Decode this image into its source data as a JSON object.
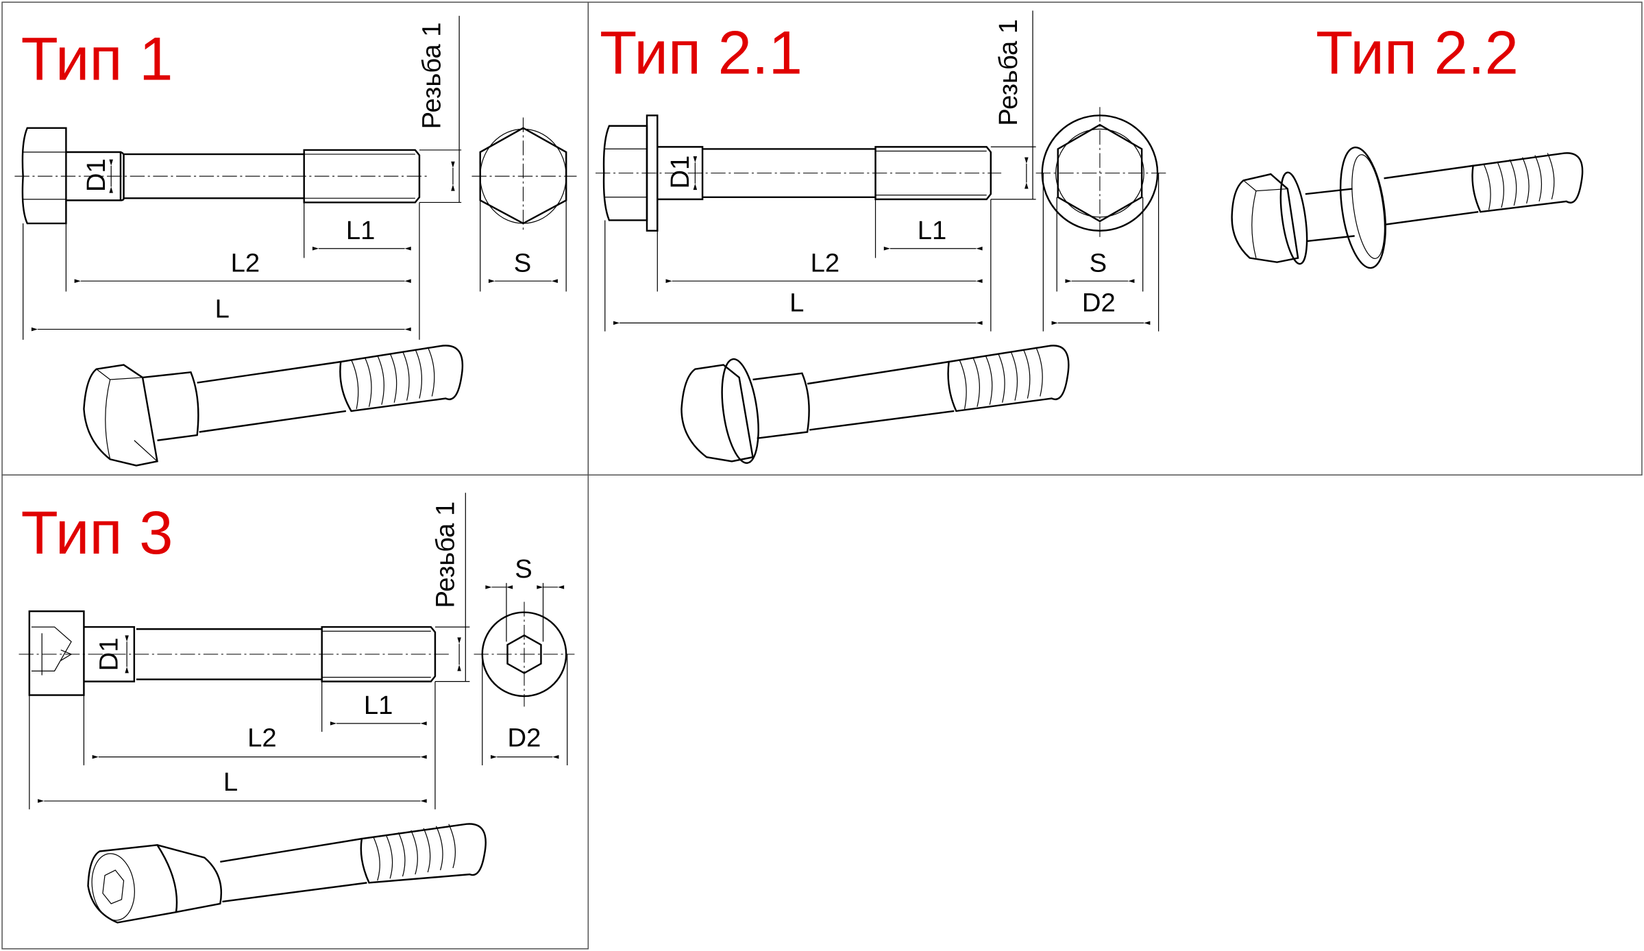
{
  "colors": {
    "title": "#e00000",
    "line": "#000000"
  },
  "panels": [
    {
      "title": "Тип 1",
      "thread": "Резьба 1",
      "d1": "D1",
      "l1": "L1",
      "l2": "L2",
      "l": "L",
      "s": "S"
    },
    {
      "title": "Тип 2.1",
      "thread": "Резьба 1",
      "d1": "D1",
      "l1": "L1",
      "l2": "L2",
      "l": "L",
      "s": "S",
      "d2": "D2"
    },
    {
      "title": "Тип 2.2"
    },
    {
      "title": "Тип 3",
      "thread": "Резьба 1",
      "d1": "D1",
      "l1": "L1",
      "l2": "L2",
      "l": "L",
      "s": "S",
      "d2": "D2"
    }
  ]
}
